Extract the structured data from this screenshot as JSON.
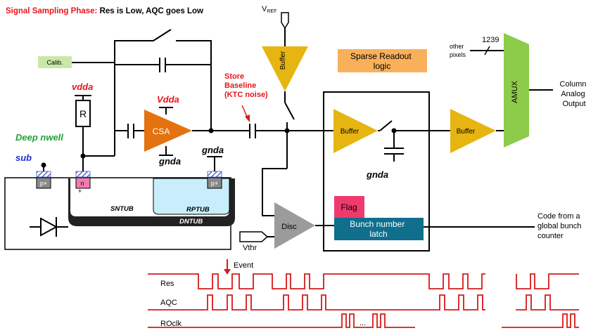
{
  "title": {
    "prefix": "Signal Sampling Phase:",
    "rest": " Res is Low, AQC goes Low"
  },
  "labels": {
    "calib": "Calib.",
    "vdda_left": "vdda",
    "resistor": "R",
    "vdda_csa": "Vdda",
    "csa": "CSA",
    "gnda_csa": "gnda",
    "deep_nwell": "Deep nwell",
    "sub": "sub",
    "gnda_right": "gnda",
    "pplus_left": "p+",
    "nwell": "n",
    "pplus_right": "p+",
    "plus_sign": "+",
    "sntub": "SNTUB",
    "rptub": "RPTUB",
    "dntub": "DNTUB",
    "store_baseline": [
      "Store",
      "Baseline",
      "(KTC noise)"
    ],
    "vref_main": "V",
    "vref_sub": "REF",
    "buffer_top": "Buffer",
    "sparse_readout": [
      "Sparse Readout",
      "logic"
    ],
    "buffer_1": "Buffer",
    "buffer_2": "Buffer",
    "gnda_cap": "gnda",
    "flag": "Flag",
    "bunch_latch": [
      "Bunch number",
      "latch"
    ],
    "disc": "Disc",
    "vthr": "Vthr",
    "other_pixels": [
      "other",
      "pixels"
    ],
    "bus_width": "1239",
    "amux": "AMUX",
    "column_output": [
      "Column",
      "Analog",
      "Output"
    ],
    "global_counter": [
      "Code from a",
      "global bunch",
      "counter"
    ],
    "event": "Event",
    "signal_res": "Res",
    "signal_aqc": "AQC",
    "signal_roclk": "ROclk",
    "ellipsis": "..."
  },
  "colors": {
    "title_red": "#e8151b",
    "label_red": "#e8151b",
    "green_label": "#1fa33a",
    "blue_label": "#1f2fd1",
    "csa_orange": "#e3720f",
    "buffer_yellow": "#e7b512",
    "sparse_orange": "#f9b05a",
    "amux_green": "#8dcb4a",
    "calib_green": "#c9e8a8",
    "disc_gray": "#9b9b9b",
    "flag_pink": "#f03a6e",
    "latch_teal": "#0f6f8c",
    "rptub_blue": "#c8eefb",
    "dntub_black": "#222222",
    "wave_red": "#d61a1a"
  }
}
